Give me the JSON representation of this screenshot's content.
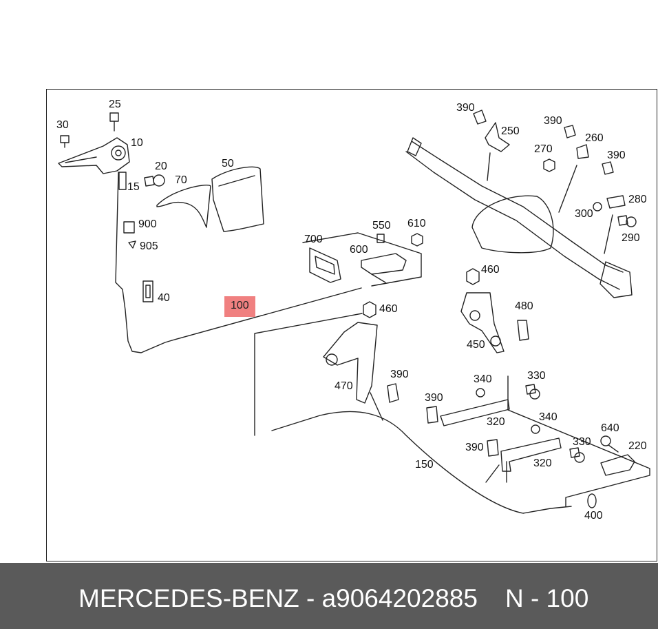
{
  "footer": {
    "brand_part": "MERCEDES-BENZ - a9064202885",
    "ref": "N - 100"
  },
  "colors": {
    "highlight": "#f08080",
    "footer_bg": "#5a5a5a",
    "footer_text": "#ffffff"
  },
  "labels": {
    "p25": "25",
    "p30": "30",
    "p10": "10",
    "p20": "20",
    "p15": "15",
    "p70": "70",
    "p50": "50",
    "p900": "900",
    "p905": "905",
    "p40": "40",
    "p100": "100",
    "p700": "700",
    "p550": "550",
    "p610": "610",
    "p600": "600",
    "p460a": "460",
    "p460b": "460",
    "p470": "470",
    "p390a": "390",
    "p390b": "390",
    "p390c": "390",
    "p390d": "390",
    "p390e": "390",
    "p390f": "390",
    "p250": "250",
    "p260": "260",
    "p270": "270",
    "p280": "280",
    "p300": "300",
    "p290": "290",
    "p480": "480",
    "p450": "450",
    "p340a": "340",
    "p340b": "340",
    "p330a": "330",
    "p330b": "330",
    "p320a": "320",
    "p320b": "320",
    "p150": "150",
    "p640": "640",
    "p220": "220",
    "p400": "400"
  }
}
